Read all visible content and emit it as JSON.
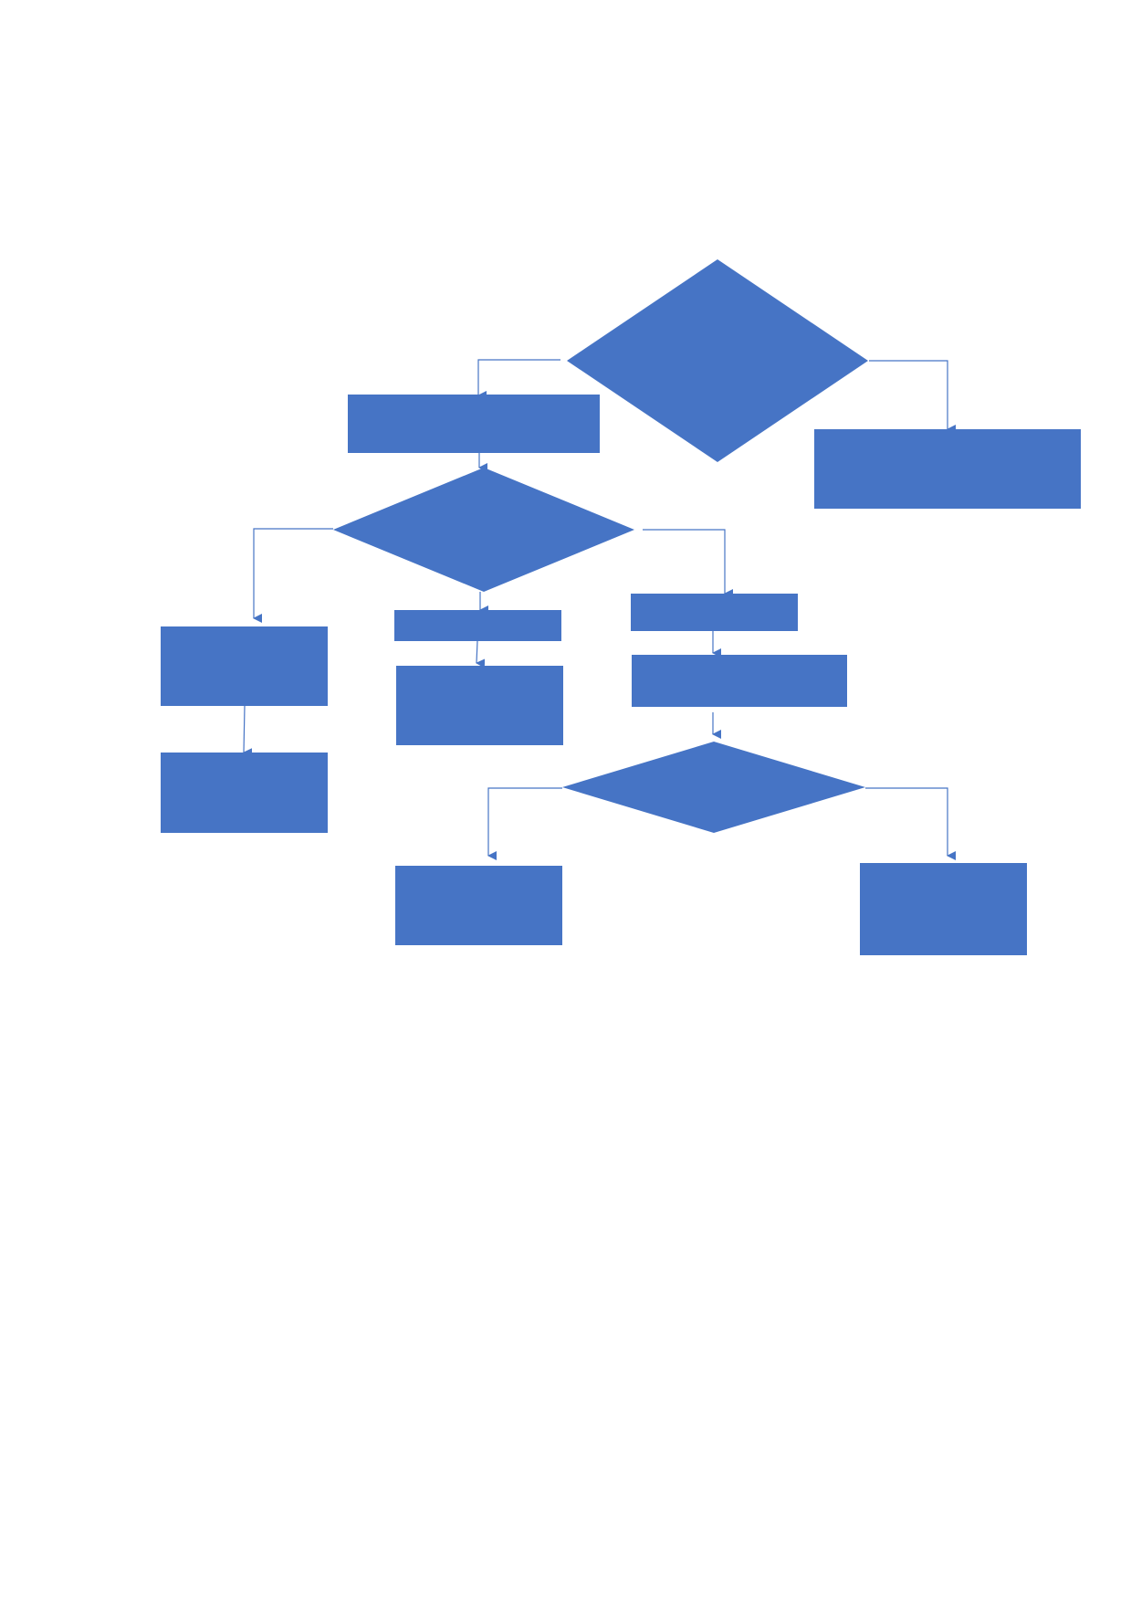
{
  "diagram": {
    "kind": "flowchart",
    "colors": {
      "shape_fill": "#4674c5",
      "connector": "#4674c5",
      "background": "#ffffff"
    },
    "nodes": [
      {
        "id": "decision-top",
        "shape": "diamond",
        "label": ""
      },
      {
        "id": "process-left-1",
        "shape": "rect",
        "label": ""
      },
      {
        "id": "process-right-top",
        "shape": "rect",
        "label": ""
      },
      {
        "id": "decision-middle",
        "shape": "diamond",
        "label": ""
      },
      {
        "id": "process-far-left-1",
        "shape": "rect",
        "label": ""
      },
      {
        "id": "process-far-left-2",
        "shape": "rect",
        "label": ""
      },
      {
        "id": "process-center-1",
        "shape": "rect",
        "label": ""
      },
      {
        "id": "process-center-2",
        "shape": "rect",
        "label": ""
      },
      {
        "id": "process-right-1",
        "shape": "rect",
        "label": ""
      },
      {
        "id": "process-right-2",
        "shape": "rect",
        "label": ""
      },
      {
        "id": "decision-bottom",
        "shape": "diamond",
        "label": ""
      },
      {
        "id": "process-bottom-left",
        "shape": "rect",
        "label": ""
      },
      {
        "id": "process-bottom-right",
        "shape": "rect",
        "label": ""
      }
    ],
    "edges": [
      {
        "from": "decision-top",
        "to": "process-left-1"
      },
      {
        "from": "decision-top",
        "to": "process-right-top"
      },
      {
        "from": "process-left-1",
        "to": "decision-middle"
      },
      {
        "from": "decision-middle",
        "to": "process-far-left-1"
      },
      {
        "from": "decision-middle",
        "to": "process-center-1"
      },
      {
        "from": "decision-middle",
        "to": "process-right-1"
      },
      {
        "from": "process-far-left-1",
        "to": "process-far-left-2"
      },
      {
        "from": "process-center-1",
        "to": "process-center-2"
      },
      {
        "from": "process-right-1",
        "to": "process-right-2"
      },
      {
        "from": "process-right-2",
        "to": "decision-bottom"
      },
      {
        "from": "decision-bottom",
        "to": "process-bottom-left"
      },
      {
        "from": "decision-bottom",
        "to": "process-bottom-right"
      }
    ]
  }
}
